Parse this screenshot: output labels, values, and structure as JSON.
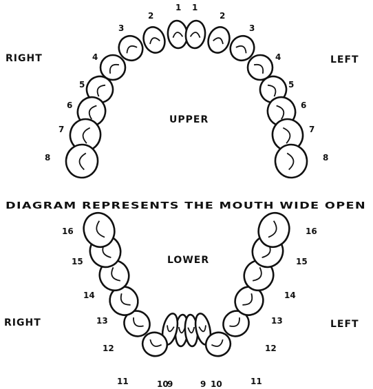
{
  "labels": {
    "upper_right": "RIGHT",
    "upper_left": "LEFT",
    "lower_right": "RIGHT",
    "lower_left": "LEFT",
    "upper_jaw": "UPPER",
    "lower_jaw": "LOWER",
    "caption": "DIAGRAM REPRESENTS THE MOUTH WIDE OPEN"
  },
  "upper_teeth": {
    "right": [
      "1",
      "2",
      "3",
      "4",
      "5",
      "6",
      "7",
      "8"
    ],
    "left": [
      "1",
      "2",
      "3",
      "4",
      "5",
      "6",
      "7",
      "8"
    ]
  },
  "lower_teeth": {
    "right": [
      "9",
      "10",
      "11",
      "12",
      "13",
      "14",
      "15",
      "16"
    ],
    "left": [
      "9",
      "10",
      "11",
      "12",
      "13",
      "14",
      "15",
      "16"
    ]
  }
}
